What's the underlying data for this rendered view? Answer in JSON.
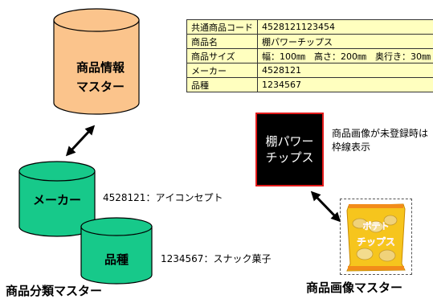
{
  "cylinders": {
    "product_info": {
      "line1": "商品情報",
      "line2": "マスター",
      "fill": "#fbc48c"
    },
    "maker": {
      "label": "メーカー",
      "fill": "#17c98a"
    },
    "category": {
      "label": "品種",
      "fill": "#17c98a"
    }
  },
  "notes": {
    "maker_code": "4528121：アイコンセプト",
    "category_code": "1234567：スナック菓子",
    "unregistered": {
      "line1": "商品画像が未登録時は",
      "line2": "枠線表示"
    }
  },
  "captions": {
    "classification_master": "商品分類マスター",
    "image_master": "商品画像マスター"
  },
  "product_table": [
    {
      "key": "共通商品コード",
      "value": "4528121123454"
    },
    {
      "key": "商品名",
      "value": "棚パワーチップス"
    },
    {
      "key": "商品サイズ",
      "value": "幅：100㎜　高さ：200㎜　奥行き：30㎜"
    },
    {
      "key": "メーカー",
      "value": "4528121"
    },
    {
      "key": "品種",
      "value": "1234567"
    }
  ],
  "placeholder_box": {
    "line1": "棚パワー",
    "line2": "チップス"
  },
  "chip_bag": {
    "line1": "ポテト",
    "line2": "チップス"
  }
}
